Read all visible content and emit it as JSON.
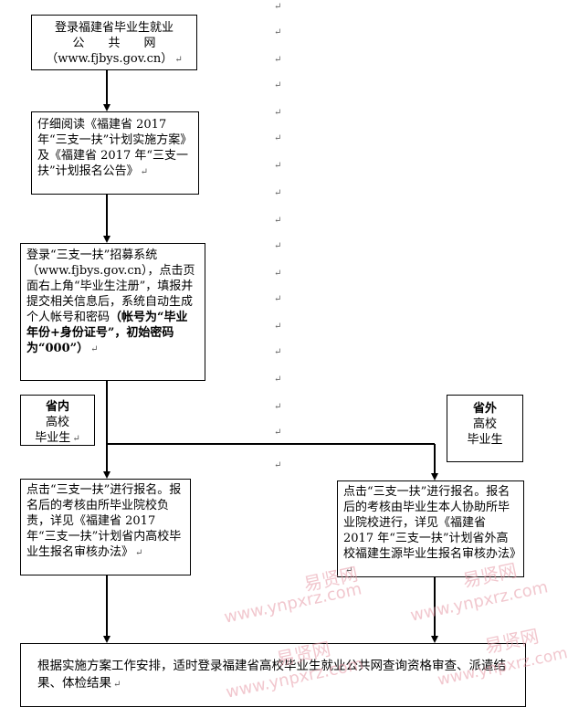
{
  "step1": {
    "line1": "登录福建省毕业生就业",
    "line2": "公　　共　　网",
    "line3": "（www.fjbys.gov.cn）"
  },
  "step2": {
    "text": "仔细阅读《福建省 2017 年“三支一扶”计划实施方案》及《福建省 2017 年“三支一扶”计划报名公告》"
  },
  "step3": {
    "text_normal": "登录“三支一扶”招募系统（www.fjbys.gov.cn），点击页面右上角“毕业生注册”，填报并提交相关信息后，系统自动生成个人帐号和密码",
    "text_bold": "（帐号为“毕业年份+身份证号”，初始密码为“000”）"
  },
  "inside_label": {
    "line1": "省内",
    "line2": "高校",
    "line3": "毕业生"
  },
  "outside_label": {
    "line1": "省外",
    "line2": "高校",
    "line3": "毕业生"
  },
  "inside_step": {
    "text": "点击“三支一扶”进行报名。报名后的考核由所毕业院校负责，详见《福建省 2017 年“三支一扶”计划省内高校毕业生报名审核办法》"
  },
  "outside_step": {
    "text": "点击“三支一扶”进行报名。报名后的考核由毕业生本人协助所毕业院校进行，详见《福建省 2017 年“三支一扶”计划省外高校福建生源毕业生报名审核办法》"
  },
  "final_step": {
    "text": "根据实施方案工作安排，适时登录福建省高校毕业生就业公共网查询资格审查、派遣结果、体检结果"
  },
  "paragraph_mark": "↵",
  "watermarks": {
    "cn": "易贤网",
    "url": "www.ynpxrz.com"
  },
  "colors": {
    "line": "#000000",
    "watermark": "#e79aa7"
  }
}
